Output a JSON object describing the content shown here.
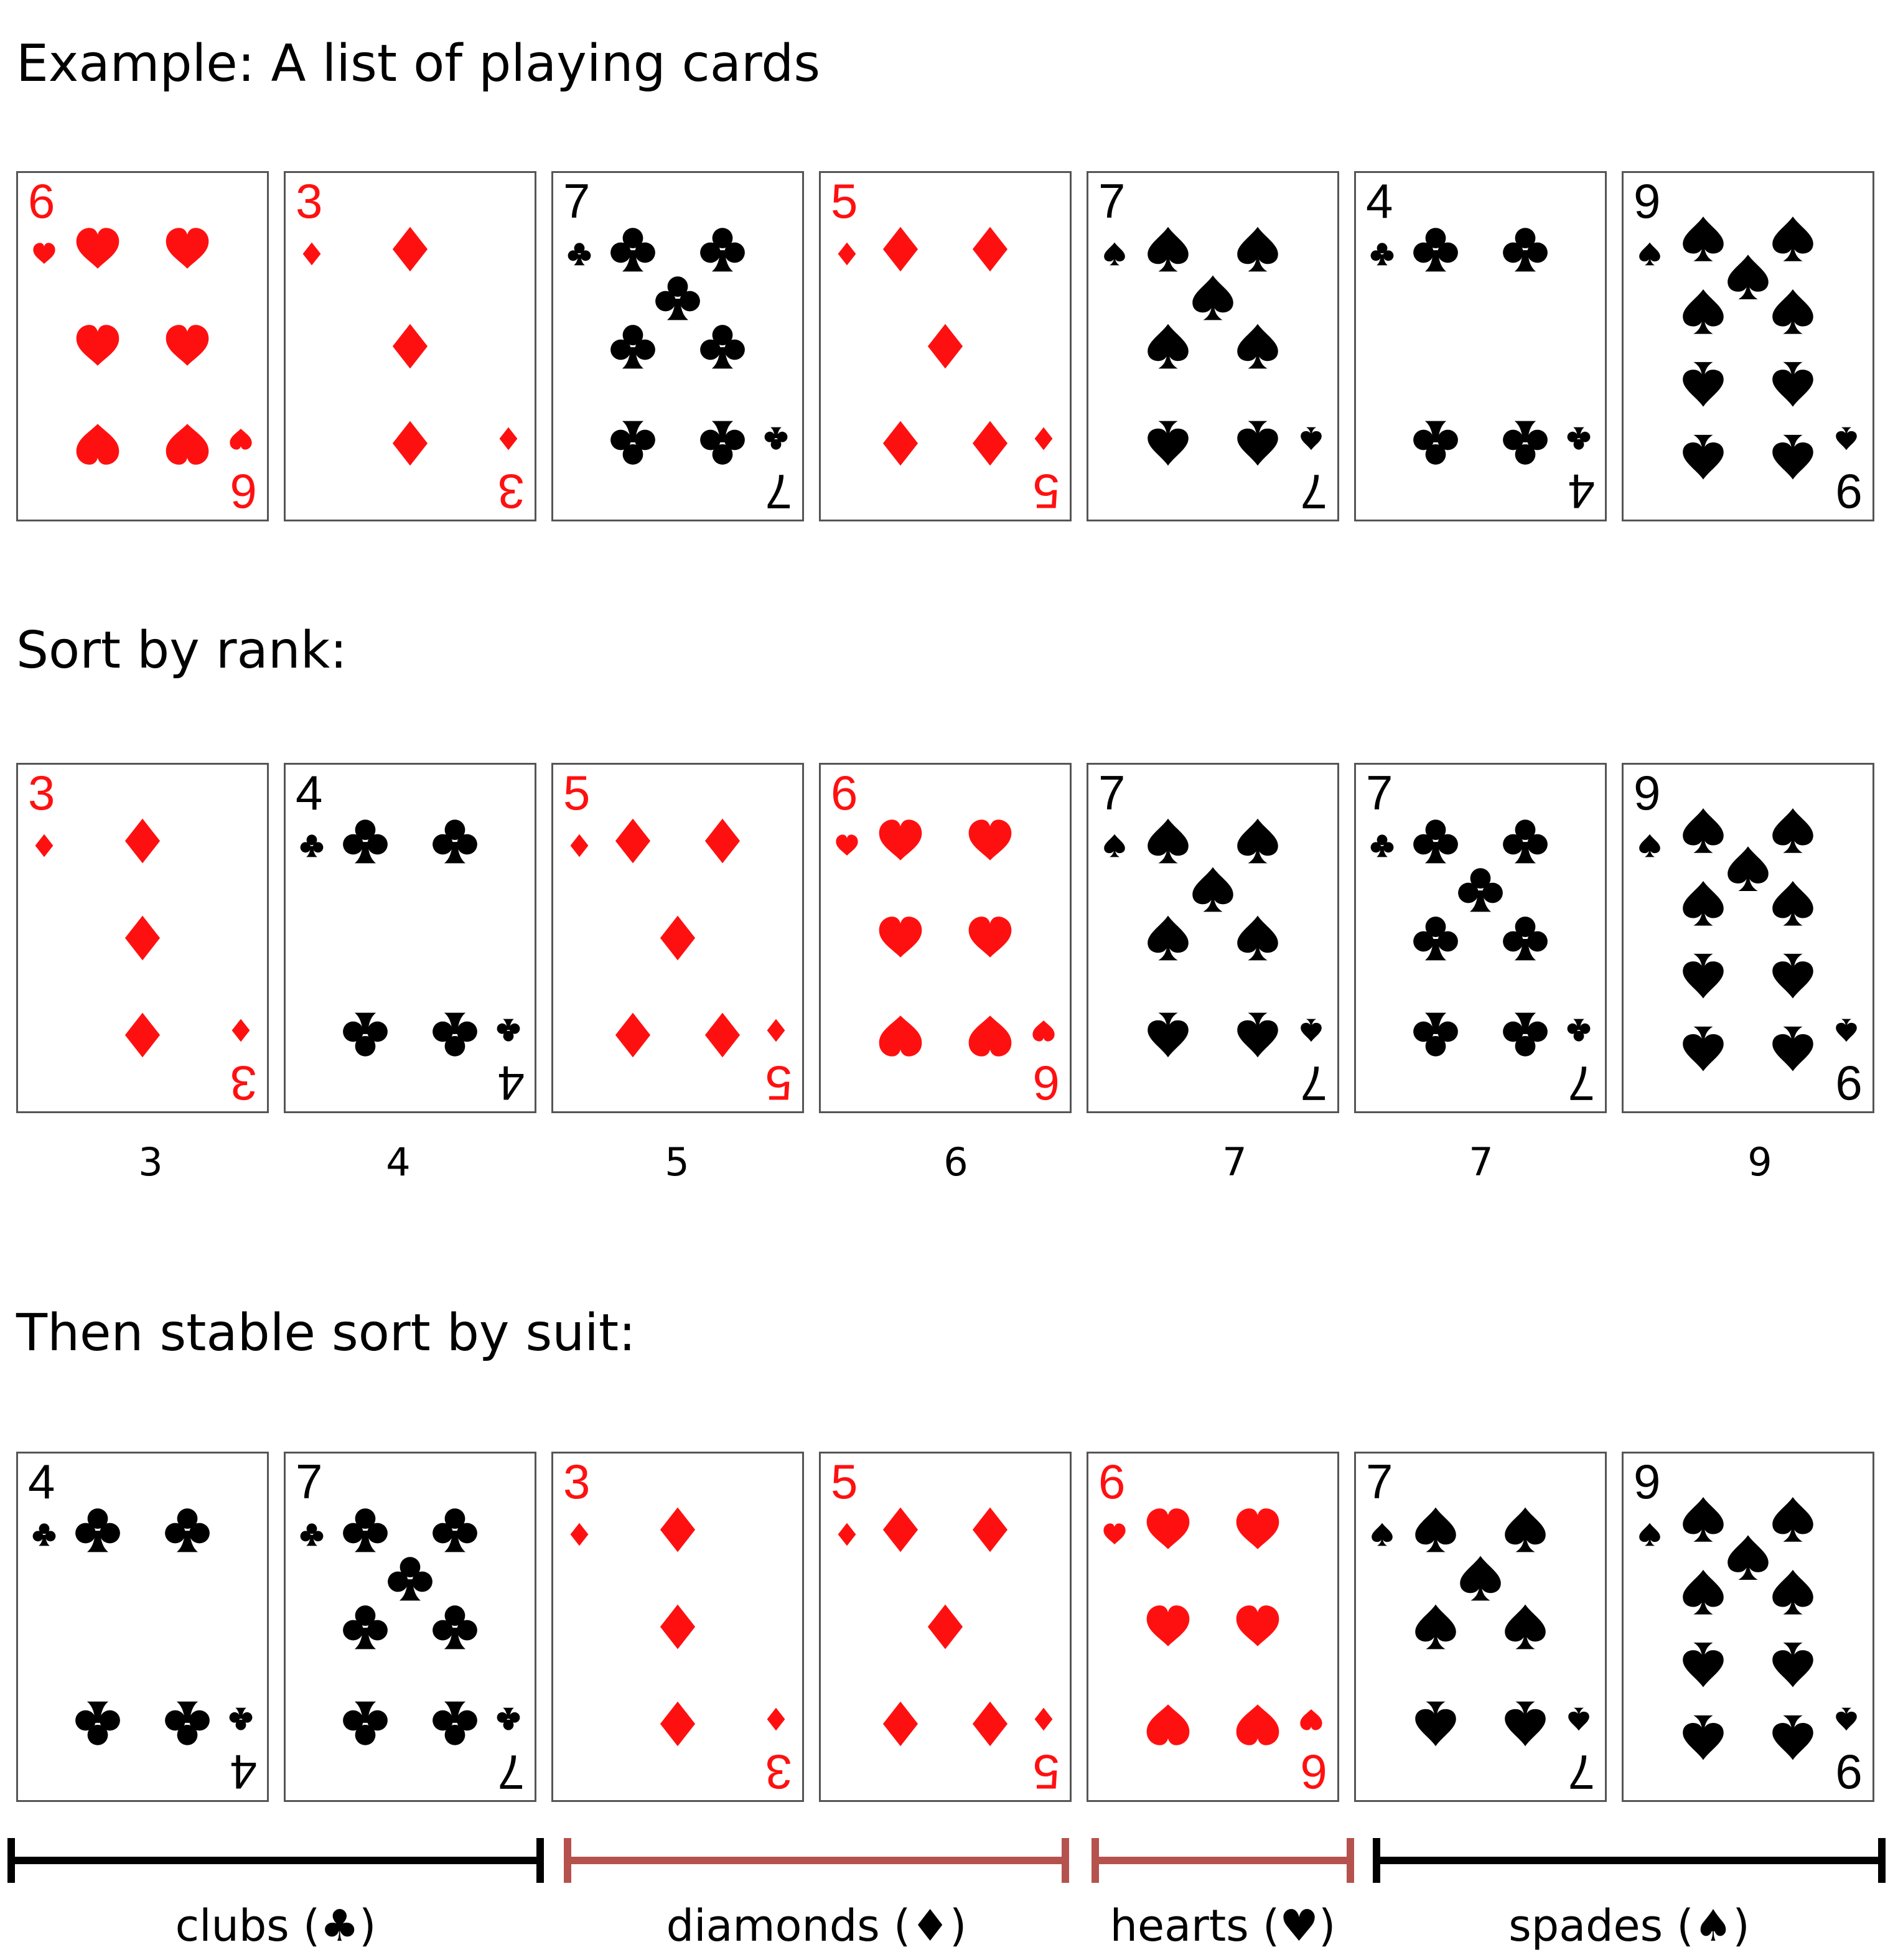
{
  "colors": {
    "red": "#ff1010",
    "black": "#000000",
    "border": "#555555",
    "bar_black": "#000000",
    "bar_red": "#b5524d"
  },
  "headings": {
    "example": "Example: A list of playing cards",
    "sort_rank": "Sort by rank:",
    "stable_sort": "Then stable sort by suit:"
  },
  "rows": [
    {
      "id": "original",
      "cards": [
        {
          "rank": "6",
          "suit": "hearts"
        },
        {
          "rank": "3",
          "suit": "diamonds"
        },
        {
          "rank": "7",
          "suit": "clubs"
        },
        {
          "rank": "5",
          "suit": "diamonds"
        },
        {
          "rank": "7",
          "suit": "spades"
        },
        {
          "rank": "4",
          "suit": "clubs"
        },
        {
          "rank": "9",
          "suit": "spades"
        }
      ]
    },
    {
      "id": "by-rank",
      "cards": [
        {
          "rank": "3",
          "suit": "diamonds"
        },
        {
          "rank": "4",
          "suit": "clubs"
        },
        {
          "rank": "5",
          "suit": "diamonds"
        },
        {
          "rank": "6",
          "suit": "hearts"
        },
        {
          "rank": "7",
          "suit": "spades"
        },
        {
          "rank": "7",
          "suit": "clubs"
        },
        {
          "rank": "9",
          "suit": "spades"
        }
      ]
    },
    {
      "id": "by-suit",
      "cards": [
        {
          "rank": "4",
          "suit": "clubs"
        },
        {
          "rank": "7",
          "suit": "clubs"
        },
        {
          "rank": "3",
          "suit": "diamonds"
        },
        {
          "rank": "5",
          "suit": "diamonds"
        },
        {
          "rank": "6",
          "suit": "hearts"
        },
        {
          "rank": "7",
          "suit": "spades"
        },
        {
          "rank": "9",
          "suit": "spades"
        }
      ]
    }
  ],
  "rank_labels": [
    "3",
    "4",
    "5",
    "6",
    "7",
    "7",
    "9"
  ],
  "groups": [
    {
      "label": "clubs (♣)",
      "color": "#000000"
    },
    {
      "label": "diamonds (♦)",
      "color": "#b5524d"
    },
    {
      "label": "hearts (♥)",
      "color": "#b5524d"
    },
    {
      "label": "spades (♠)",
      "color": "#000000"
    }
  ]
}
